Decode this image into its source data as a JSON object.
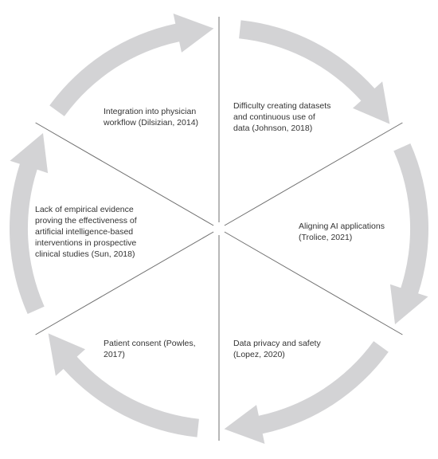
{
  "colors": {
    "arrow_fill": "#d3d3d5",
    "divider": "#6f6f6f",
    "text": "#333333"
  },
  "segments": [
    {
      "id": "workflow",
      "text": "Integration into physician\nworkflow (Dilsizian, 2014)"
    },
    {
      "id": "datasets",
      "text": "Difficulty creating datasets\nand continuous use of\ndata (Johnson, 2018)"
    },
    {
      "id": "aligning",
      "text": "Aligning AI applications\n(Trolice, 2021)"
    },
    {
      "id": "privacy",
      "text": "Data privacy and safety\n(Lopez, 2020)"
    },
    {
      "id": "consent",
      "text": "Patient consent (Powles,\n2017)"
    },
    {
      "id": "evidence",
      "text": "Lack of empirical evidence\nproving the effectiveness of\nartificial intelligence-based\ninterventions in prospective\nclinical studies (Sun, 2018)"
    }
  ]
}
